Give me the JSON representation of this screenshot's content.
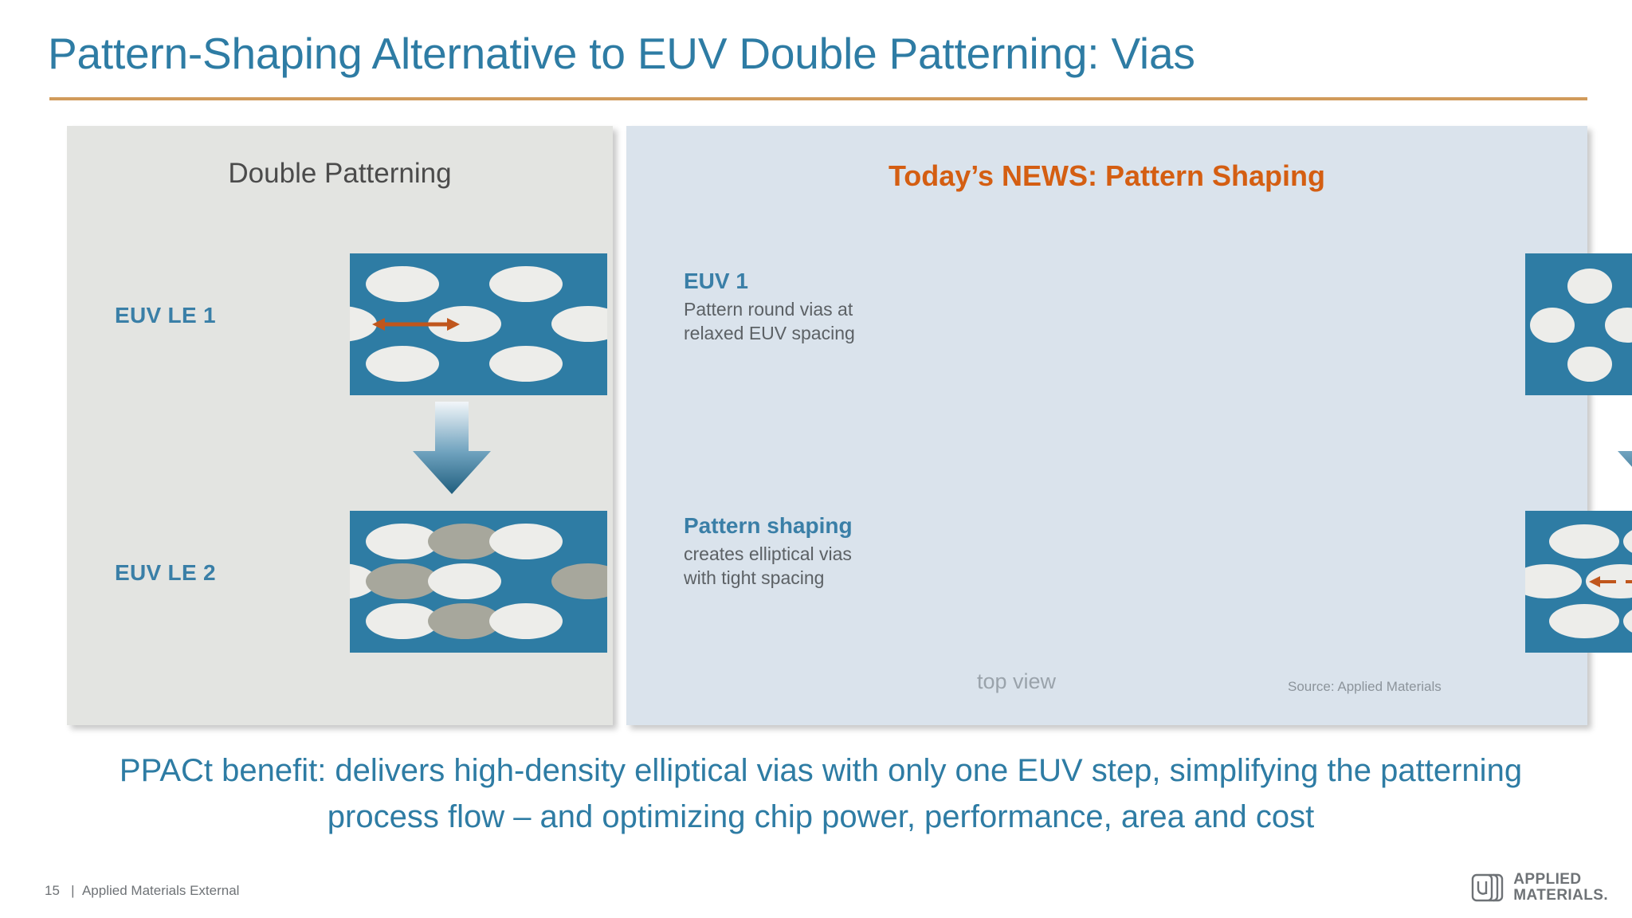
{
  "slide": {
    "title": "Pattern-Shaping Alternative to EUV Double Patterning: Vias",
    "title_color": "#2E7CA4",
    "rule_color": "#D19B5B"
  },
  "left_panel": {
    "title": "Double Patterning",
    "background": "#E3E4E1",
    "rows": [
      {
        "label": "EUV LE 1"
      },
      {
        "label": "EUV LE 2"
      }
    ]
  },
  "right_panel": {
    "title": "Today’s NEWS: Pattern Shaping",
    "title_color": "#D45E12",
    "background": "#DAE3EC",
    "steps": [
      {
        "heading": "EUV 1",
        "body": "Pattern round vias at relaxed EUV spacing"
      },
      {
        "heading": "Pattern shaping",
        "body": "creates elliptical vias with tight spacing"
      }
    ],
    "top_view_label": "top view",
    "source_label": "Source: Applied Materials"
  },
  "bottom_caption": "PPACt benefit: delivers high-density elliptical vias with only one EUV step, simplifying the patterning process flow – and optimizing chip power, performance, area and cost",
  "footer": {
    "page_number": "15",
    "separator": "|",
    "classification": "Applied Materials External",
    "logo_line1": "APPLIED",
    "logo_line2": "MATERIALS."
  },
  "colors": {
    "via_fill_blue": "#2E7CA4",
    "via_white": "#EDEDEA",
    "via_gray": "#A7A79C",
    "arrow_orange": "#C0561C",
    "accent_blue": "#3A7FA7"
  }
}
